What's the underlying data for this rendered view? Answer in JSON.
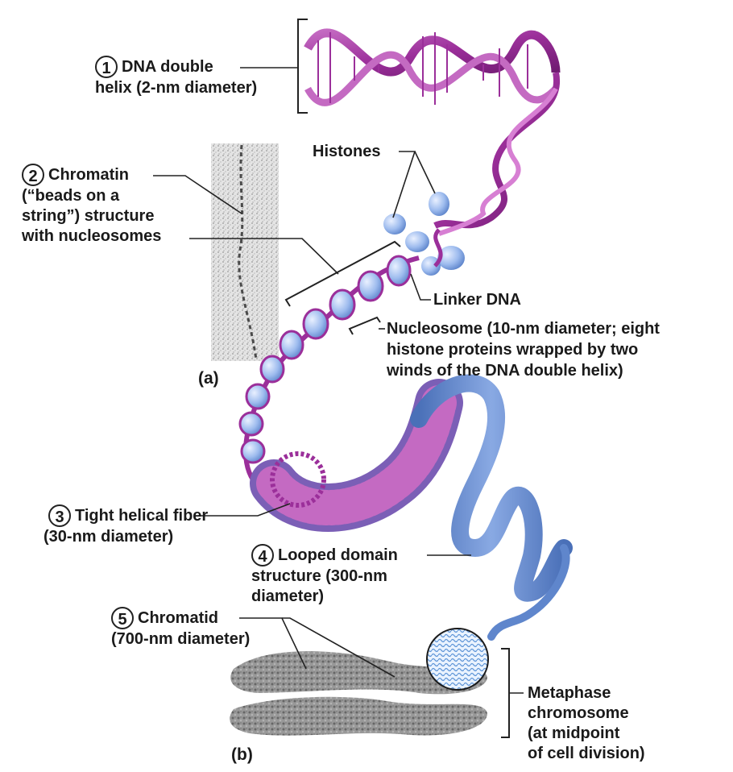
{
  "labels": {
    "dna": {
      "number": "1",
      "line1": "DNA double",
      "line2": "helix (2-nm diameter)"
    },
    "chromatin": {
      "number": "2",
      "line1": "Chromatin",
      "line2": "(“beads on a",
      "line3": "string”) structure",
      "line4": "with nucleosomes"
    },
    "histones": "Histones",
    "linker_dna": "Linker DNA",
    "nucleosome": {
      "line1": "Nucleosome (10-nm diameter; eight",
      "line2": "histone proteins wrapped by two",
      "line3": "winds of the DNA double helix)"
    },
    "fiber": {
      "number": "3",
      "line1": "Tight helical fiber",
      "line2": "(30-nm diameter)"
    },
    "looped": {
      "number": "4",
      "line1": "Looped domain",
      "line2": "structure (300-nm",
      "line3": "diameter)"
    },
    "chromatid": {
      "number": "5",
      "line1": "Chromatid",
      "line2": "(700-nm diameter)"
    },
    "metaphase": {
      "line1": "Metaphase",
      "line2": "chromosome",
      "line3": "(at midpoint",
      "line4": "of cell division)"
    }
  },
  "panels": {
    "a": "(a)",
    "b": "(b)"
  },
  "colors": {
    "dna": "#9b2f9a",
    "dna_light": "#d77fd3",
    "histone": "#8fb0e8",
    "fiber": "#5f86cc",
    "fiber_dark": "#3f64ad",
    "chromosome": "#6e6e6e"
  }
}
